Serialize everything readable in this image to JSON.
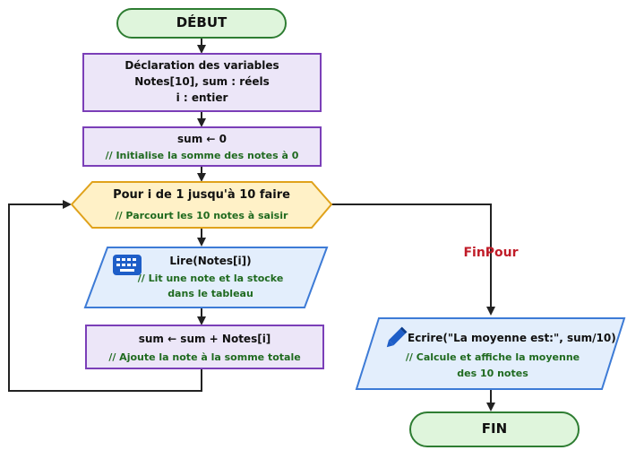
{
  "start": {
    "label": "DÉBUT"
  },
  "declaration": {
    "line1": "Déclaration des variables",
    "line2": "Notes[10], sum : réels",
    "line3": "i : entier"
  },
  "init": {
    "code": "sum ← 0",
    "comment": "// Initialise la somme des notes à 0"
  },
  "loop": {
    "header": "Pour i de 1 jusqu'à 10 faire",
    "comment": "// Parcourt les 10 notes à saisir",
    "end_label": "FinPour"
  },
  "read": {
    "code": "Lire(Notes[i])",
    "comment1": "// Lit une note et la stocke",
    "comment2": "dans le tableau",
    "icon": "keyboard-icon"
  },
  "accumulate": {
    "code": "sum ← sum + Notes[i]",
    "comment": "// Ajoute la note à la somme totale"
  },
  "write": {
    "code": "Ecrire(\"La moyenne est:\", sum/10)",
    "comment1": "// Calcule et affiche la moyenne",
    "comment2": "des 10 notes",
    "icon": "pencil-icon"
  },
  "end": {
    "label": "FIN"
  },
  "colors": {
    "terminal_fill": "#dff5dc",
    "terminal_stroke": "#2e7d32",
    "process_fill": "#ece6f8",
    "process_stroke": "#7b3fb8",
    "loop_fill": "#fff1c7",
    "loop_stroke": "#e0a21b",
    "io_fill": "#e3eefc",
    "io_stroke": "#3d7bd6",
    "line": "#222222",
    "comment": "#1f6a1f",
    "finpour": "#c01c28"
  }
}
